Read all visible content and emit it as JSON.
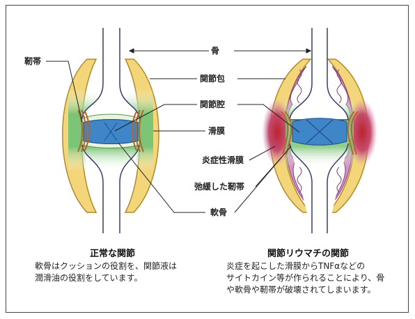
{
  "labels": {
    "bone": "骨",
    "ligament": "靭帯",
    "joint_capsule": "関節包",
    "joint_cavity": "関節腔",
    "synovium": "滑膜",
    "inflamed_synovium": "炎症性滑膜",
    "loosened_ligament": "弛緩した靭帯",
    "cartilage": "軟骨"
  },
  "normal": {
    "title": "正常な関節",
    "text": "軟骨はクッションの役割を、関節液は\n潤滑油の役割をしています。"
  },
  "ra": {
    "title": "関節リウマチの関節",
    "text": "炎症を起こした滑膜からTNFαなどの\nサイトカイン等が作られることにより、骨\nや軟骨や靭帯が破壊されてしまいます。"
  },
  "colors": {
    "capsule": "#f3d67a",
    "capsule_outline": "#b08a2a",
    "synovium": "#7cc576",
    "cavity": "#3f86c9",
    "ligament": "#b5652b",
    "inflamed": "#d494c4",
    "inflammation_core": "#b8252e"
  }
}
